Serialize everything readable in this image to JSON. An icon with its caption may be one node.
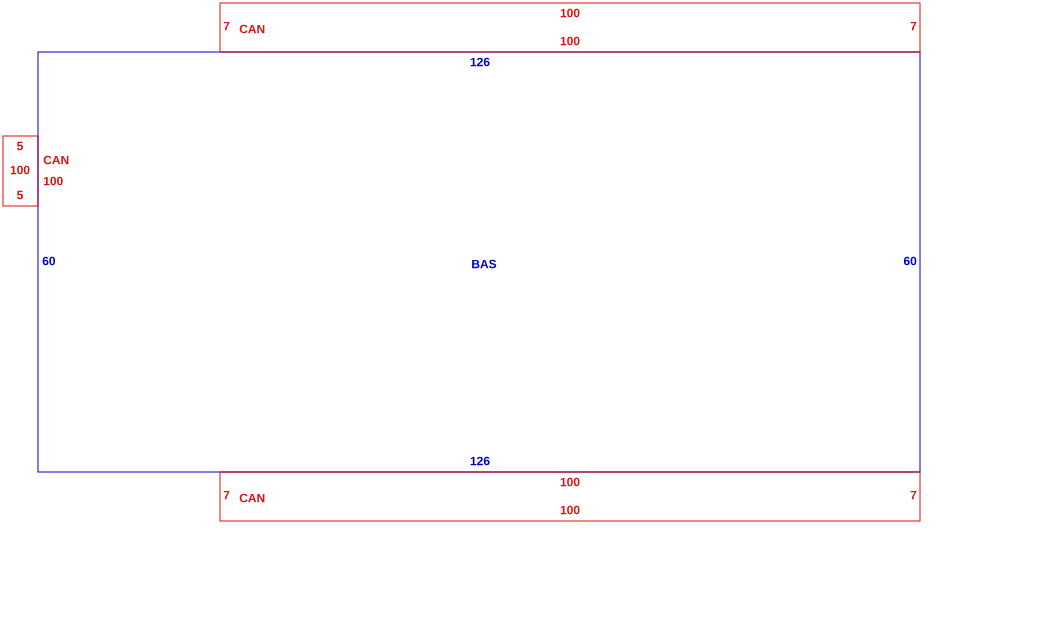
{
  "diagram": {
    "nodes": [
      {
        "text": [
          "126",
          "60",
          "BAS",
          "60",
          "126"
        ]
      },
      {
        "text": [
          "100",
          "7",
          "CAN",
          "100",
          "7"
        ]
      },
      {
        "text": [
          "5",
          "100",
          "CAN",
          "100",
          "5"
        ]
      },
      {
        "text": [
          "100",
          "7",
          "CAN",
          "100",
          "7"
        ]
      }
    ]
  }
}
